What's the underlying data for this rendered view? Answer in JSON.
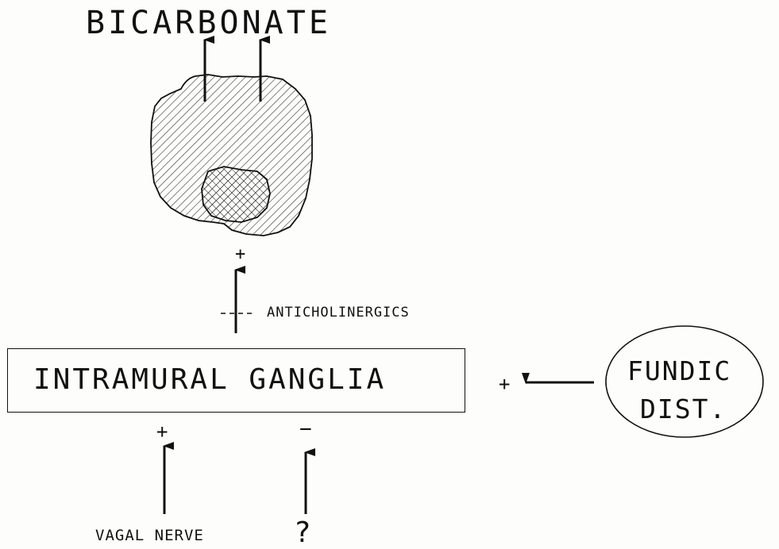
{
  "diagram": {
    "title": "BICARBONATE",
    "cell_stimulus_sign": "+",
    "anticholinergics_label": "ANTICHOLINERGICS",
    "ganglia_label": "INTRAMURAL GANGLIA",
    "fundic_sign": "+",
    "fundic_line1": "FUNDIC",
    "fundic_line2": "DIST.",
    "vagal_sign": "+",
    "unknown_sign": "−",
    "vagal_label": "VAGAL NERVE",
    "unknown_label": "?"
  }
}
